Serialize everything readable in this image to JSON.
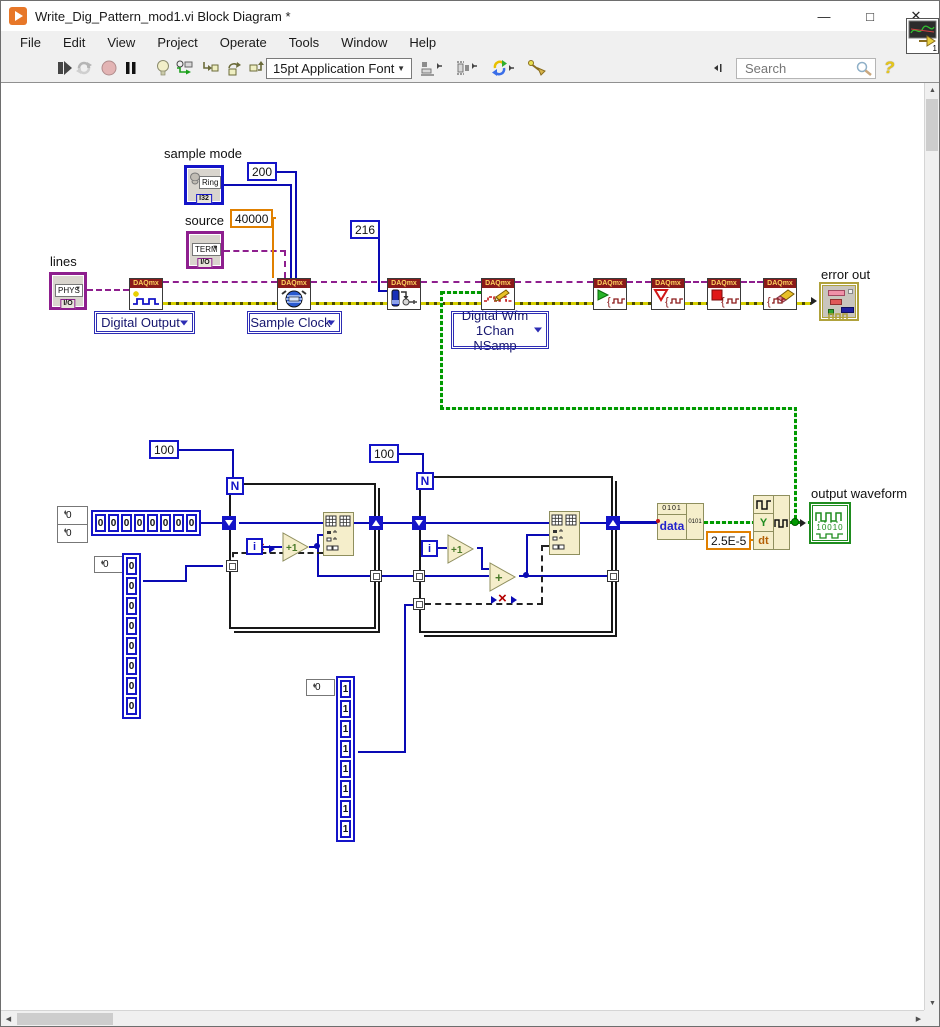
{
  "window": {
    "title": "Write_Dig_Pattern_mod1.vi Block Diagram *",
    "controls": {
      "minimize": "—",
      "maximize": "□",
      "close": "✕"
    }
  },
  "menu": {
    "items": [
      "File",
      "Edit",
      "View",
      "Project",
      "Operate",
      "Tools",
      "Window",
      "Help"
    ]
  },
  "toolbar": {
    "font_selector": "15pt Application Font",
    "search_placeholder": "Search",
    "help_label": "?",
    "vi_badge": "1",
    "icon_names": [
      "run",
      "run-continuously",
      "abort",
      "pause",
      "highlight-execution",
      "retain-wire-values",
      "step-into",
      "step-over",
      "step-out",
      "align-objects",
      "distribute-objects",
      "reorder",
      "clean-up-diagram"
    ]
  },
  "diagram": {
    "daqmx_label": "DAQmx",
    "labels": {
      "sample_mode": "sample mode",
      "source": "source",
      "lines": "lines",
      "error_out": "error out",
      "output_waveform": "output waveform"
    },
    "constants": {
      "samples_per_channel": "200",
      "rate": "40000",
      "buffer_size": "216",
      "loop1_count": "100",
      "loop2_count": "100",
      "dt": "2.5E-5"
    },
    "controls": {
      "ring_text": "Ring",
      "ring_type": "I32",
      "term_text": "TERM",
      "term_type": "I/O",
      "phys_text": "PHYS",
      "phys_type": "I/O"
    },
    "selectors": {
      "create_channel": "Digital Output",
      "sample_clock": "Sample Clock",
      "write_line1": "Digital Wfm",
      "write_line2": "1Chan NSamp"
    },
    "loop": {
      "count_label": "N",
      "iteration_label": "i",
      "increment_label": "+1",
      "add_label": "+"
    },
    "arrays": {
      "pattern2d": {
        "index1": "0",
        "index2": "0",
        "values": [
          "0",
          "0",
          "0",
          "0",
          "0",
          "0",
          "0",
          "0"
        ]
      },
      "zeros": {
        "index": "0",
        "values": [
          "0",
          "0",
          "0",
          "0",
          "0",
          "0",
          "0",
          "0"
        ]
      },
      "ones": {
        "index": "0",
        "values": [
          "1",
          "1",
          "1",
          "1",
          "1",
          "1",
          "1",
          "1"
        ]
      }
    },
    "data_node": {
      "top": "0101",
      "label": "data",
      "right": "0101"
    },
    "build_waveform": {
      "y_label": "Y",
      "dt_label": "dt"
    },
    "indicator_wave_text": "10010"
  }
}
